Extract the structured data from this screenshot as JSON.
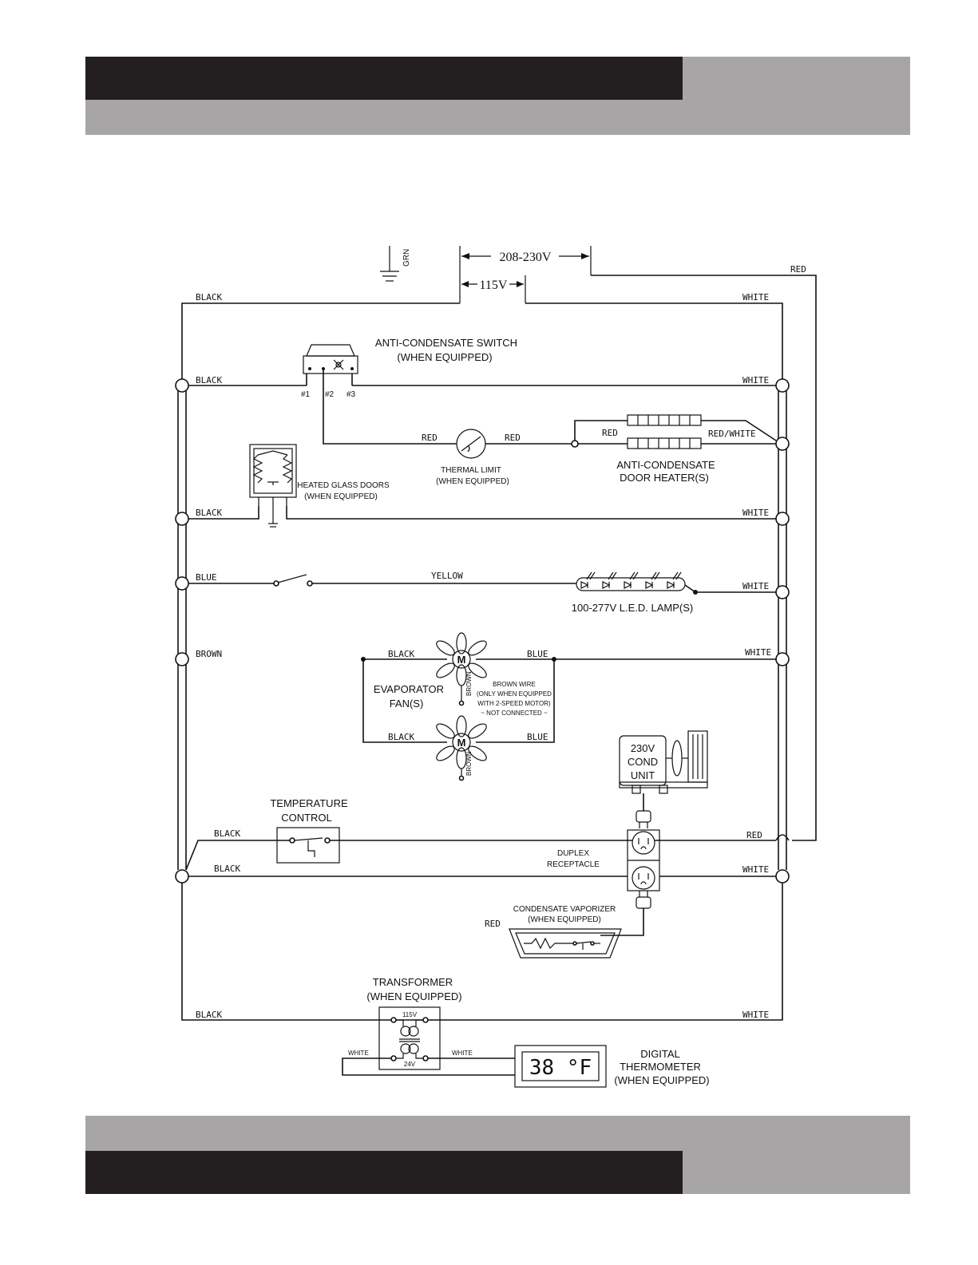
{
  "supply": {
    "ground_label": "GRN",
    "voltage_high": "208-230V",
    "voltage_low": "115V"
  },
  "wires": {
    "top_left": "BLACK",
    "top_right": "WHITE",
    "red_return": "RED",
    "row1_left": "BLACK",
    "row1_right": "WHITE",
    "thermal_red_left": "RED",
    "thermal_red_right": "RED",
    "heater_red": "RED",
    "heater_red_white": "RED/WHITE",
    "row2_left": "BLACK",
    "row2_right": "WHITE",
    "row3_left": "BLUE",
    "row3_mid": "YELLOW",
    "row3_right": "WHITE",
    "row4_left": "BROWN",
    "row4_right": "WHITE",
    "fan1_black": "BLACK",
    "fan1_blue": "BLUE",
    "fan2_black": "BLACK",
    "fan2_blue": "BLUE",
    "fan_brown_tag": "BROWN",
    "temp_black": "BLACK",
    "temp_red": "RED",
    "row6_left": "BLACK",
    "row6_right": "WHITE",
    "vaporizer_red": "RED",
    "bottom_left": "BLACK",
    "bottom_right": "WHITE",
    "xfmr_white_left": "WHITE",
    "xfmr_white_right": "WHITE"
  },
  "components": {
    "anti_condensate_switch": [
      "ANTI-CONDENSATE SWITCH",
      "(WHEN EQUIPPED)"
    ],
    "switch_terminals": [
      "#1",
      "#2",
      "#3"
    ],
    "thermal_limit": [
      "THERMAL LIMIT",
      "(WHEN EQUIPPED)"
    ],
    "door_heater": [
      "ANTI-CONDENSATE",
      "DOOR HEATER(S)"
    ],
    "heated_glass": [
      "HEATED GLASS DOORS",
      "(WHEN EQUIPPED)"
    ],
    "led_lamp": "100-277V L.E.D. LAMP(S)",
    "evaporator": [
      "EVAPORATOR",
      "FAN(S)"
    ],
    "fan_motor_letter": "M",
    "brown_wire_note": [
      "BROWN WIRE",
      "(ONLY WHEN EQUIPPED",
      "WITH 2-SPEED MOTOR)",
      "~ NOT CONNECTED ~"
    ],
    "cond_unit": [
      "230V",
      "COND",
      "UNIT"
    ],
    "temperature_control": [
      "TEMPERATURE",
      "CONTROL"
    ],
    "duplex": [
      "DUPLEX",
      "RECEPTACLE"
    ],
    "vaporizer": [
      "CONDENSATE VAPORIZER",
      "(WHEN EQUIPPED)"
    ],
    "transformer": [
      "TRANSFORMER",
      "(WHEN EQUIPPED)"
    ],
    "transformer_primary": "115V",
    "transformer_secondary": "24V",
    "thermometer_display": "38 °F",
    "thermometer": [
      "DIGITAL",
      "THERMOMETER",
      "(WHEN EQUIPPED)"
    ]
  }
}
